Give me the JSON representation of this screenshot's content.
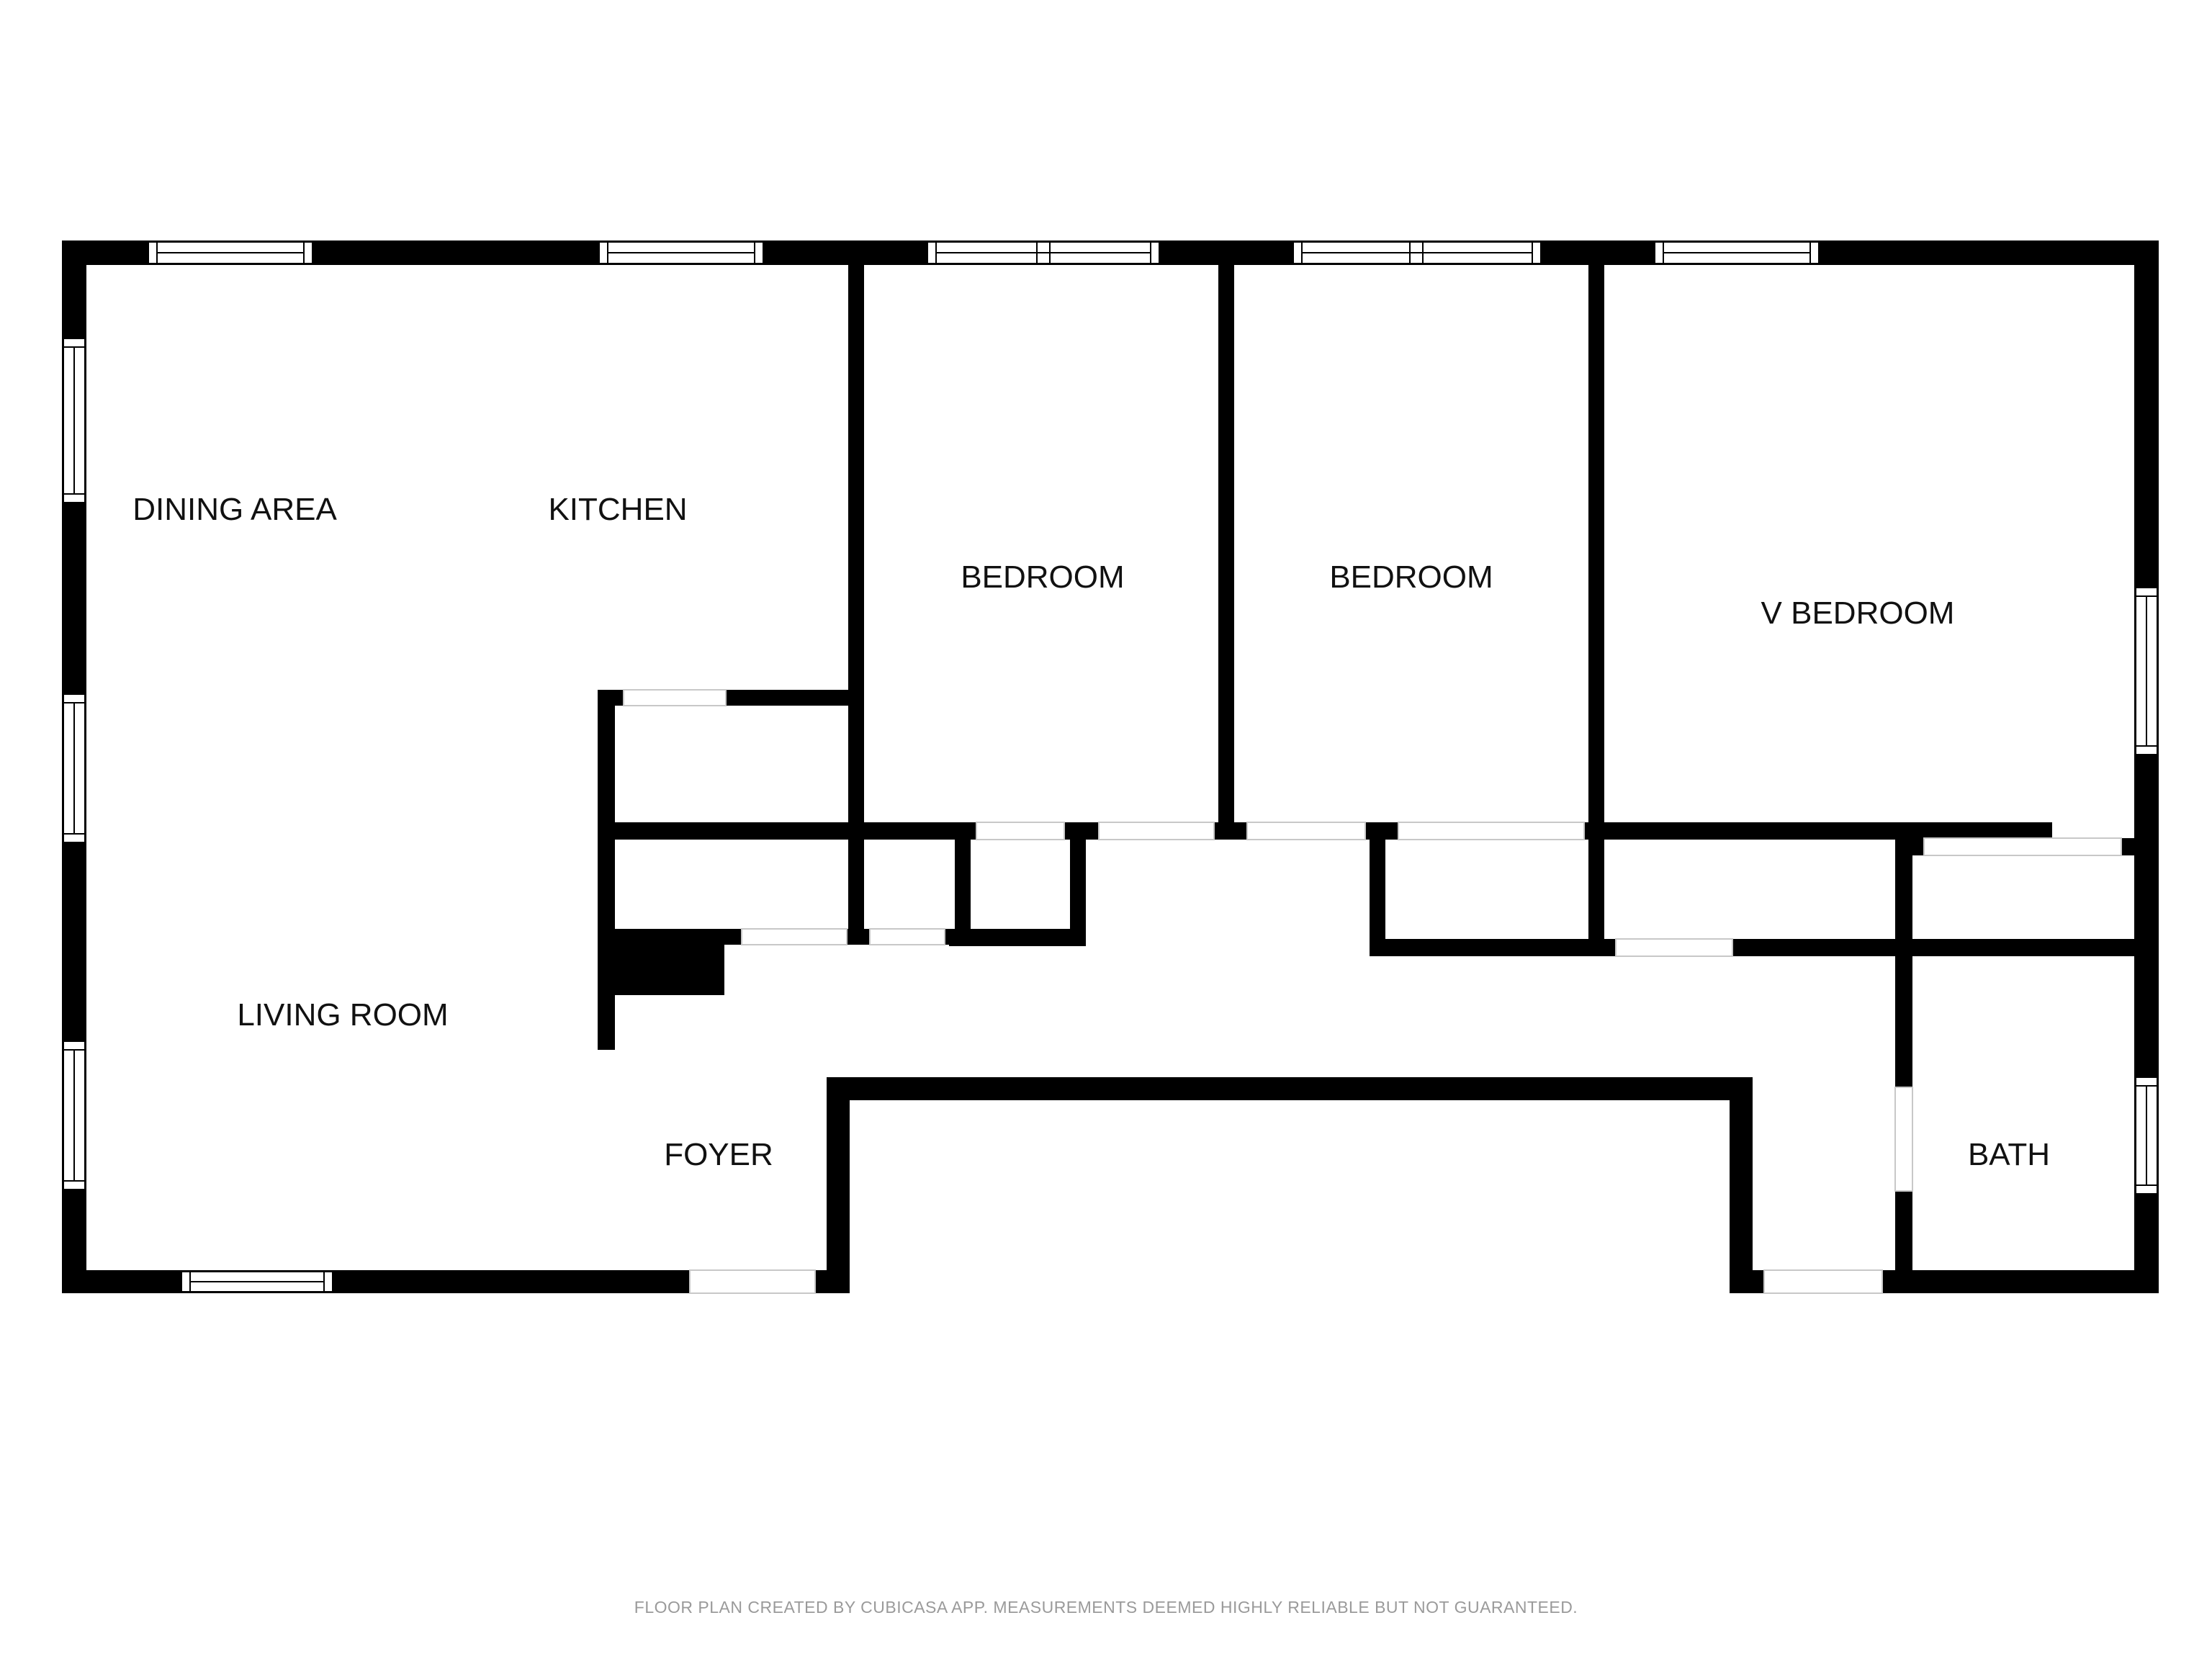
{
  "rooms": {
    "dining_area": "DINING AREA",
    "kitchen": "KITCHEN",
    "bedroom_1": "BEDROOM",
    "bedroom_2": "BEDROOM",
    "v_bedroom": "V BEDROOM",
    "living_room": "LIVING ROOM",
    "foyer": "FOYER",
    "bath": "BATH"
  },
  "footer": "FLOOR PLAN CREATED BY CUBICASA APP. MEASUREMENTS DEEMED HIGHLY RELIABLE BUT NOT GUARANTEED.",
  "colors": {
    "wall": "#000000",
    "background": "#ffffff",
    "window_frame": "#000000",
    "footer_text": "#9a9a9a"
  }
}
